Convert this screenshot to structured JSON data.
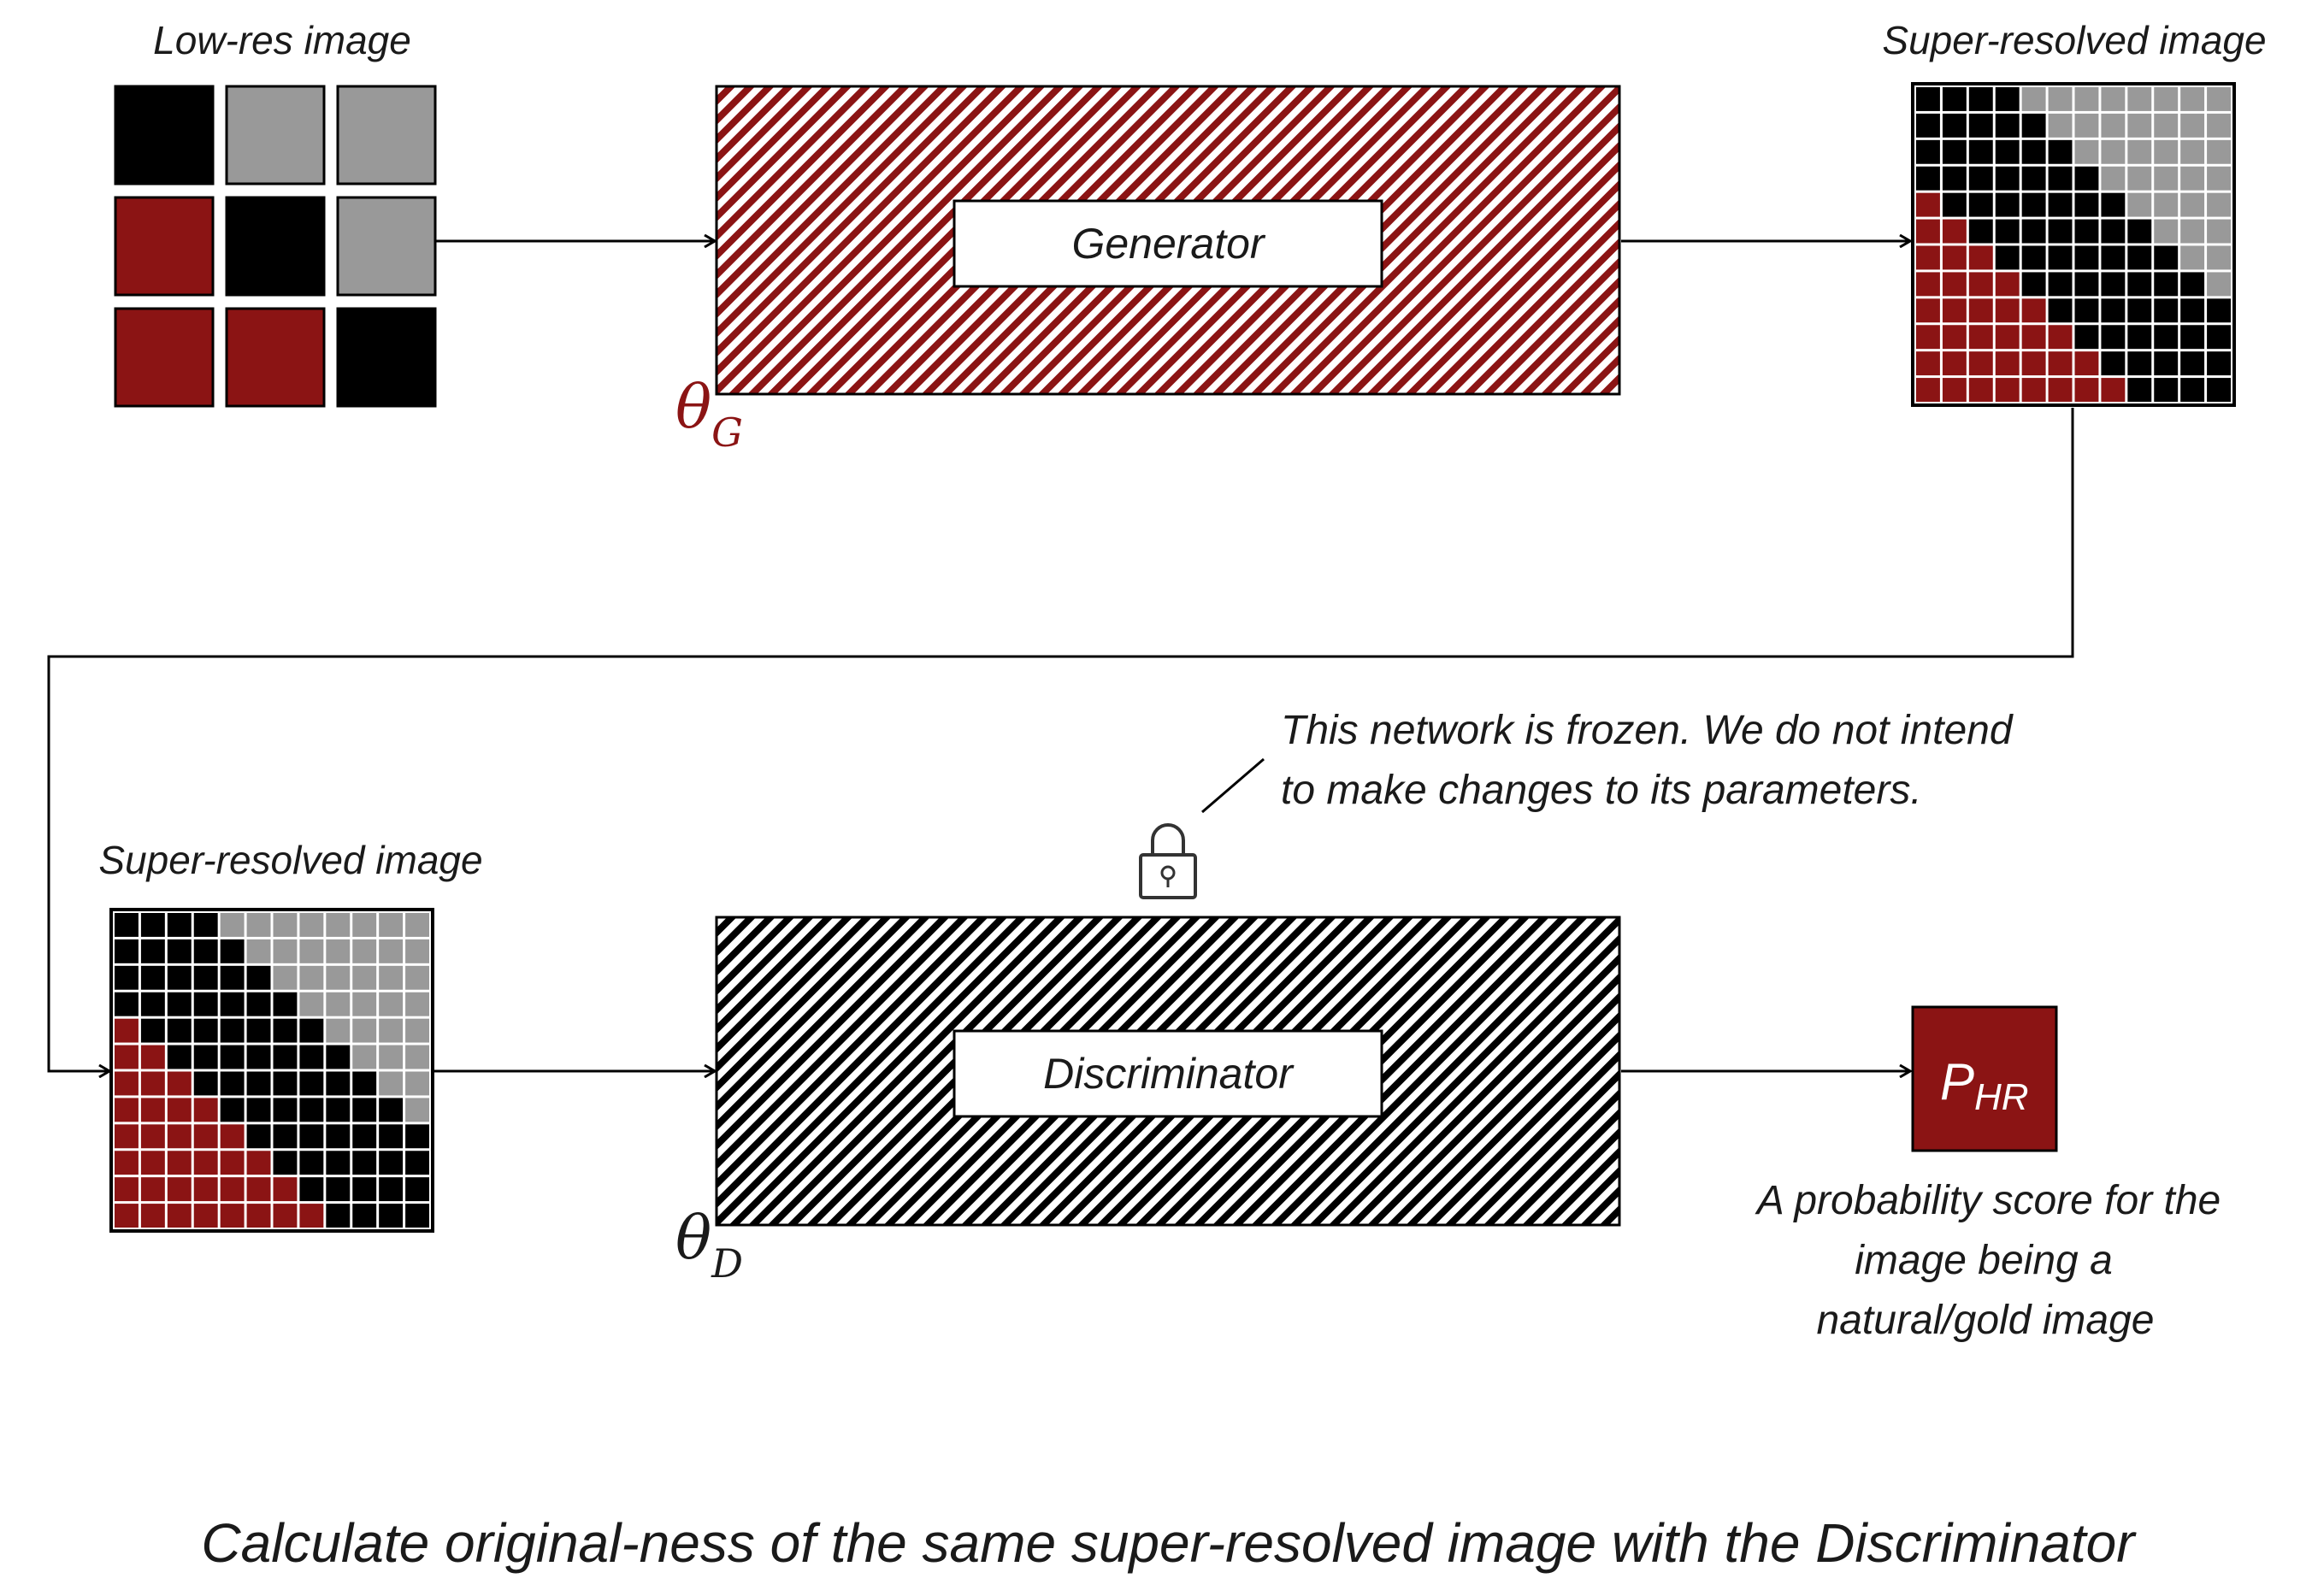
{
  "colors": {
    "black": "#000000",
    "gray": "#999999",
    "red": "#8b1414",
    "text": "#1a1a1a"
  },
  "low_res": {
    "label": "Low-res image",
    "grid": [
      [
        "k",
        "g",
        "g"
      ],
      [
        "r",
        "k",
        "g"
      ],
      [
        "r",
        "r",
        "k"
      ]
    ]
  },
  "generator": {
    "label": "Generator",
    "theta": "θ",
    "theta_sub": "G"
  },
  "discriminator": {
    "label": "Discriminator",
    "theta": "θ",
    "theta_sub": "D"
  },
  "sr_top": {
    "label": "Super-resolved image"
  },
  "sr_bottom": {
    "label": "Super-resolved image"
  },
  "sr_grid": [
    "kkkkgggggggg",
    "kkkkkggggggg",
    "kkkkkkgggggg",
    "kkkkkkkggggg",
    "rkkkkkkkgggg",
    "rrkkkkkkkggg",
    "rrrkkkkkkkgg",
    "rrrrkkkkkkkg",
    "rrrrrkkkkkkk",
    "rrrrrrkkkkkk",
    "rrrrrrrkkkkk",
    "rrrrrrrrkkkk"
  ],
  "frozen_note": {
    "line1": "This network is frozen. We do not intend",
    "line2": "to make changes to its parameters.",
    "icon": "lock-icon"
  },
  "output": {
    "main": "P",
    "sub": "HR",
    "desc_line1": "A probability score for the",
    "desc_line2": "image being a",
    "desc_line3": "natural/gold image"
  },
  "caption": "Calculate original-ness of the same super-resolved image with the Discriminator"
}
